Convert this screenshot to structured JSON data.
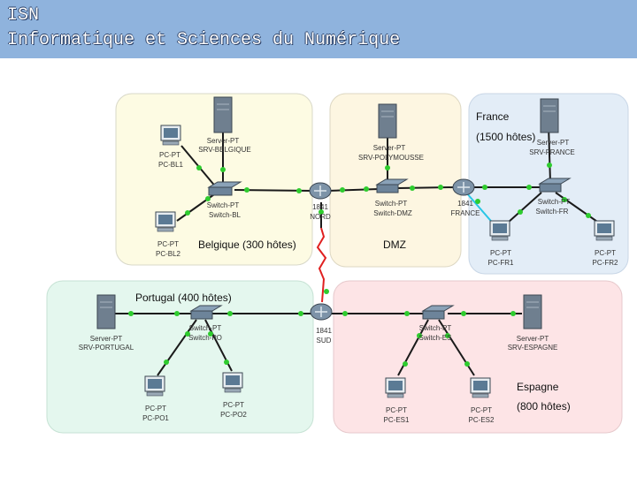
{
  "header": {
    "title": "ISN",
    "subtitle": "Informatique et Sciences du Numérique"
  },
  "colors": {
    "header_bg": "#8fb3dd",
    "zone_belgique": "#fdfbe3",
    "zone_dmz": "#fdf6e1",
    "zone_france": "#e3edf7",
    "zone_portugal": "#e4f7ee",
    "zone_espagne": "#fde4e6",
    "link": "#1a1a1a",
    "serial_link": "#e02020",
    "port_up": "#2ecc2e",
    "link_cyan": "#29c6e6"
  },
  "zones": [
    {
      "id": "belgique",
      "title": "Belgique (300 hôtes)"
    },
    {
      "id": "dmz",
      "title": "DMZ"
    },
    {
      "id": "france",
      "title": "France",
      "title2": "(1500 hôtes)"
    },
    {
      "id": "portugal",
      "title": "Portugal (400 hôtes)"
    },
    {
      "id": "espagne",
      "title": "Espagne",
      "title2": "(800 hôtes)"
    }
  ],
  "devices": {
    "srv_belgique": {
      "type": "Server-PT",
      "name": "SRV-BELGIQUE",
      "icon": "server-icon"
    },
    "pc_bl1": {
      "type": "PC-PT",
      "name": "PC-BL1",
      "icon": "pc-icon"
    },
    "pc_bl2": {
      "type": "PC-PT",
      "name": "PC-BL2",
      "icon": "pc-icon"
    },
    "sw_bl": {
      "type": "Switch-PT",
      "name": "Switch-BL",
      "icon": "switch-icon"
    },
    "r_nord": {
      "type": "1841",
      "name": "NORD",
      "icon": "router-icon"
    },
    "srv_poly": {
      "type": "Server-PT",
      "name": "SRV-POLYMOUSSE",
      "icon": "server-icon"
    },
    "sw_dmz": {
      "type": "Switch-PT",
      "name": "Switch-DMZ",
      "icon": "switch-icon"
    },
    "r_france": {
      "type": "1841",
      "name": "FRANCE",
      "icon": "router-icon"
    },
    "srv_france": {
      "type": "Server-PT",
      "name": "SRV-FRANCE",
      "icon": "server-icon"
    },
    "sw_fr": {
      "type": "Switch-PT",
      "name": "Switch-FR",
      "icon": "switch-icon"
    },
    "pc_fr1": {
      "type": "PC-PT",
      "name": "PC-FR1",
      "icon": "pc-icon"
    },
    "pc_fr2": {
      "type": "PC-PT",
      "name": "PC-FR2",
      "icon": "pc-icon"
    },
    "r_sud": {
      "type": "1841",
      "name": "SUD",
      "icon": "router-icon"
    },
    "srv_portugal": {
      "type": "Server-PT",
      "name": "SRV-PORTUGAL",
      "icon": "server-icon"
    },
    "sw_po": {
      "type": "Switch-PT",
      "name": "Switch-PO",
      "icon": "switch-icon"
    },
    "pc_po1": {
      "type": "PC-PT",
      "name": "PC-PO1",
      "icon": "pc-icon"
    },
    "pc_po2": {
      "type": "PC-PT",
      "name": "PC-PO2",
      "icon": "pc-icon"
    },
    "sw_es": {
      "type": "Switch-PT",
      "name": "Switch-ES",
      "icon": "switch-icon"
    },
    "srv_espagne": {
      "type": "Server-PT",
      "name": "SRV-ESPAGNE",
      "icon": "server-icon"
    },
    "pc_es1": {
      "type": "PC-PT",
      "name": "PC-ES1",
      "icon": "pc-icon"
    },
    "pc_es2": {
      "type": "PC-PT",
      "name": "PC-ES2",
      "icon": "pc-icon"
    }
  }
}
